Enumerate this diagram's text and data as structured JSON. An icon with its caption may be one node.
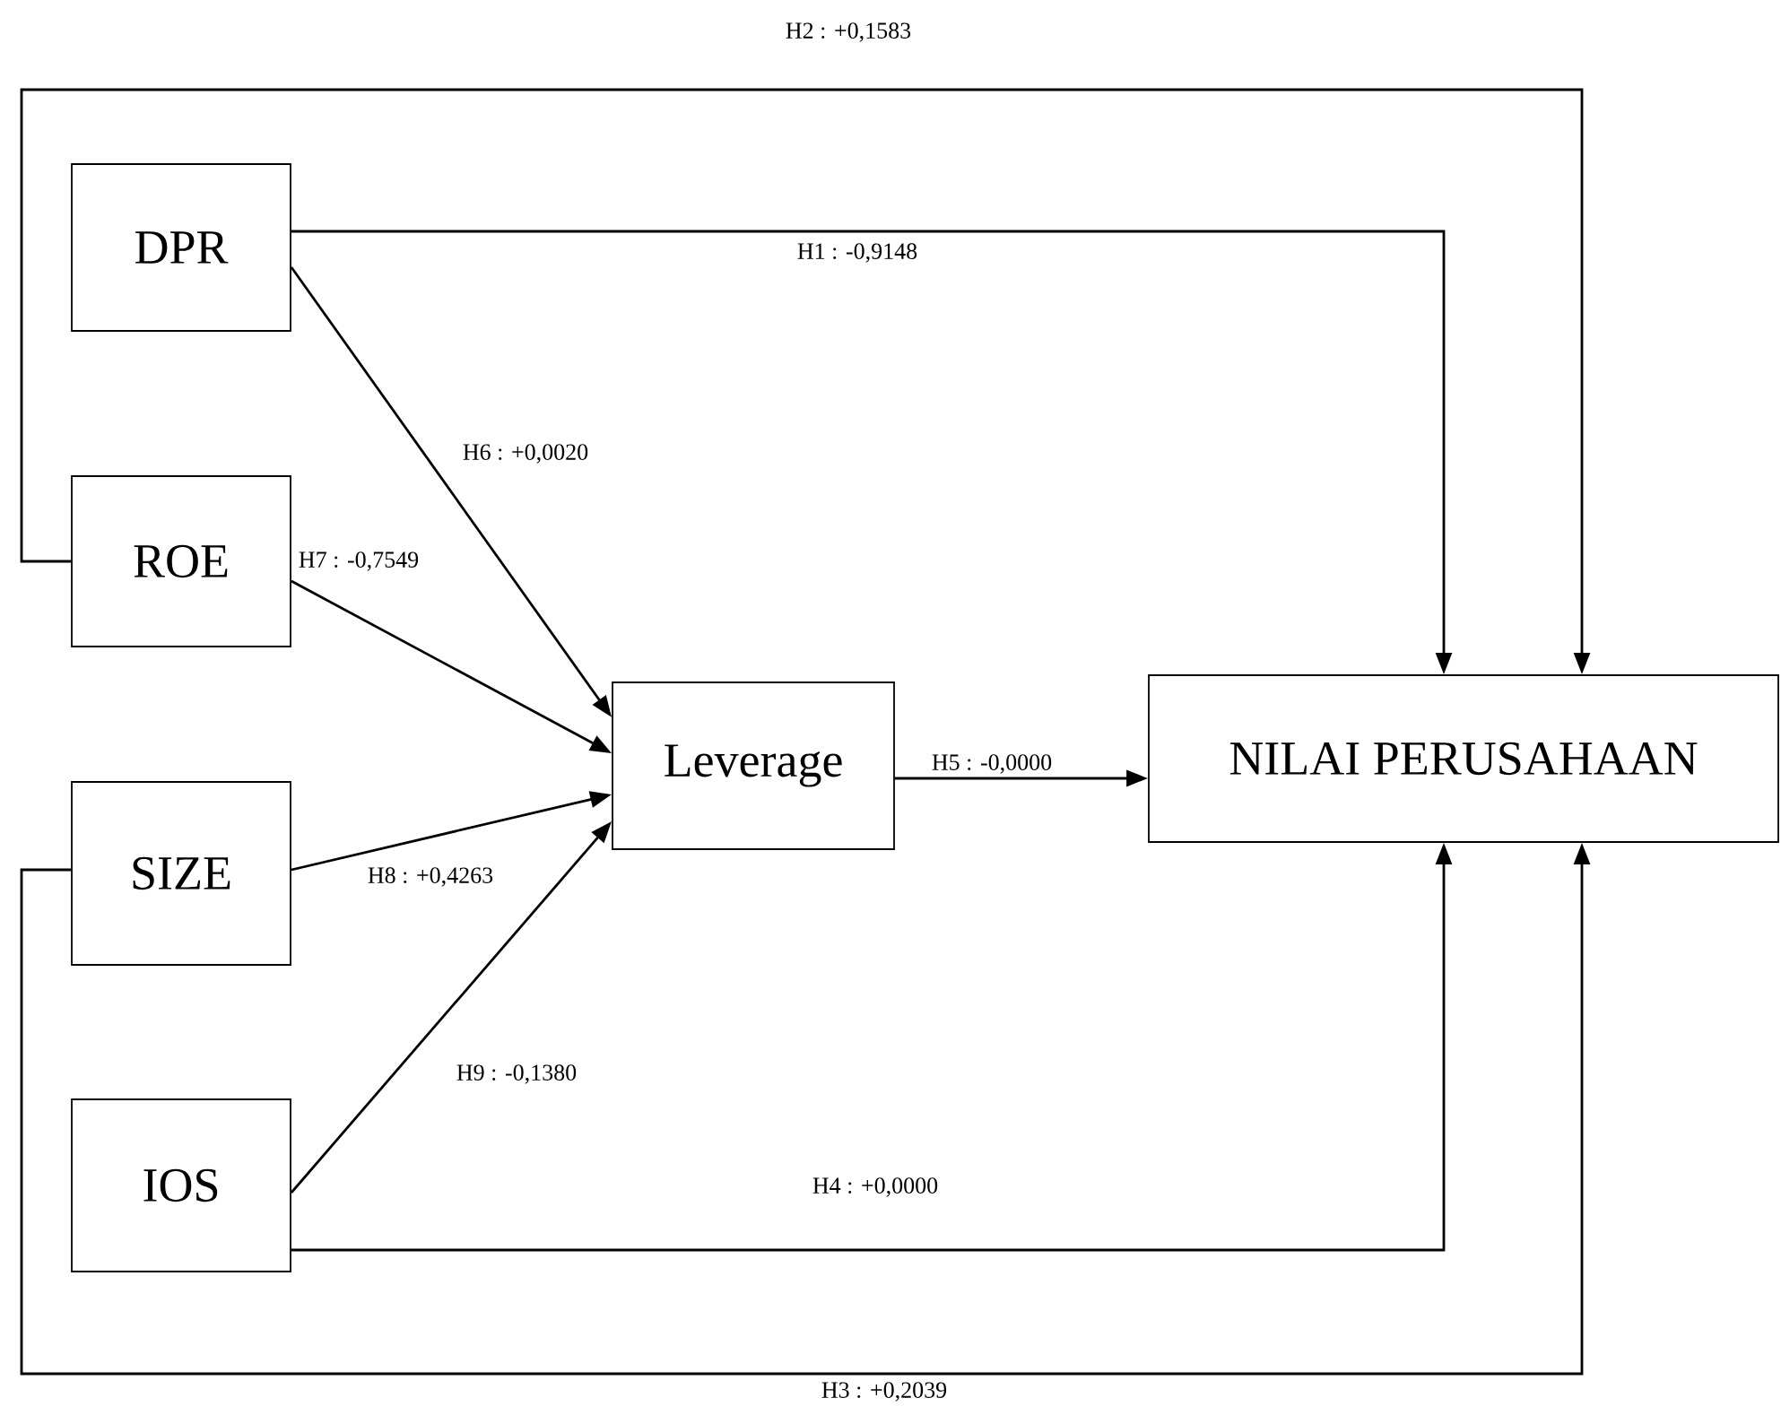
{
  "diagram": {
    "nodes": [
      {
        "text": [
          "DPR"
        ]
      },
      {
        "text": [
          "ROE"
        ]
      },
      {
        "text": [
          "SIZE"
        ]
      },
      {
        "text": [
          "IOS"
        ]
      },
      {
        "text": [
          "Leverage"
        ]
      },
      {
        "text": [
          "NILAI PERUSAHAAN"
        ]
      }
    ],
    "edges": [
      {
        "from": 0,
        "to": 5,
        "arrow": "to",
        "label": "H1 : -0,9148"
      },
      {
        "from": 1,
        "to": 5,
        "arrow": "to",
        "label": "H2 : +0,1583"
      },
      {
        "from": 2,
        "to": 5,
        "arrow": "to",
        "label": "H3 : +0,2039"
      },
      {
        "from": 3,
        "to": 5,
        "arrow": "to",
        "label": "H4 : +0,0000"
      },
      {
        "from": 4,
        "to": 5,
        "arrow": "to",
        "label": "H5 : -0,0000"
      },
      {
        "from": 0,
        "to": 4,
        "arrow": "to",
        "label": "H6 : +0,0020"
      },
      {
        "from": 1,
        "to": 4,
        "arrow": "to",
        "label": "H7 : -0,7549"
      },
      {
        "from": 2,
        "to": 4,
        "arrow": "to",
        "label": "H8 : +0,4263"
      },
      {
        "from": 3,
        "to": 4,
        "arrow": "to",
        "label": "H9 : -0,1380"
      }
    ]
  }
}
